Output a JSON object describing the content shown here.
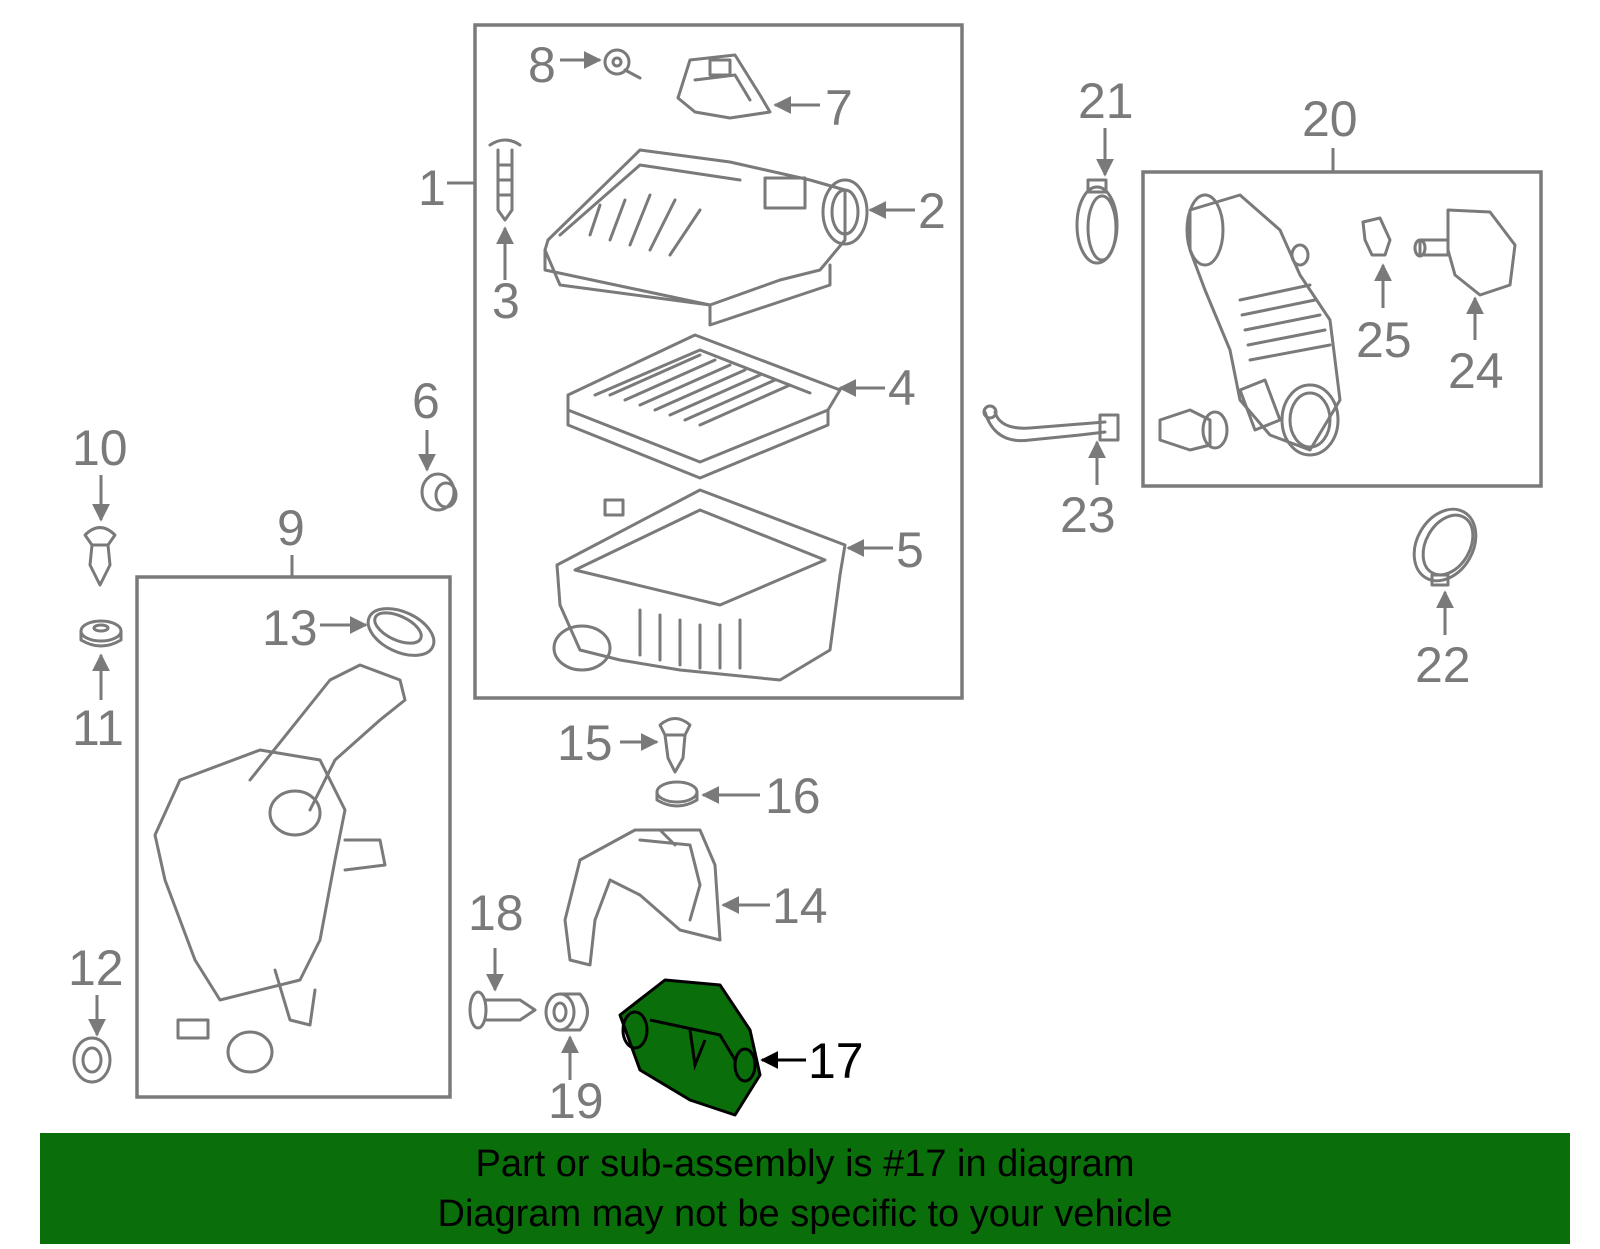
{
  "colors": {
    "line_gray": "#7a7a7a",
    "highlight_green": "#0a6e0a",
    "banner_green": "#0a6e0a"
  },
  "callouts": [
    "1",
    "2",
    "3",
    "4",
    "5",
    "6",
    "7",
    "8",
    "9",
    "10",
    "11",
    "12",
    "13",
    "14",
    "15",
    "16",
    "17",
    "18",
    "19",
    "20",
    "21",
    "22",
    "23",
    "24",
    "25"
  ],
  "highlighted_part": "17",
  "banner": {
    "line1": "Part or sub-assembly is #17 in diagram",
    "line2": "Diagram may not be specific to your vehicle"
  }
}
